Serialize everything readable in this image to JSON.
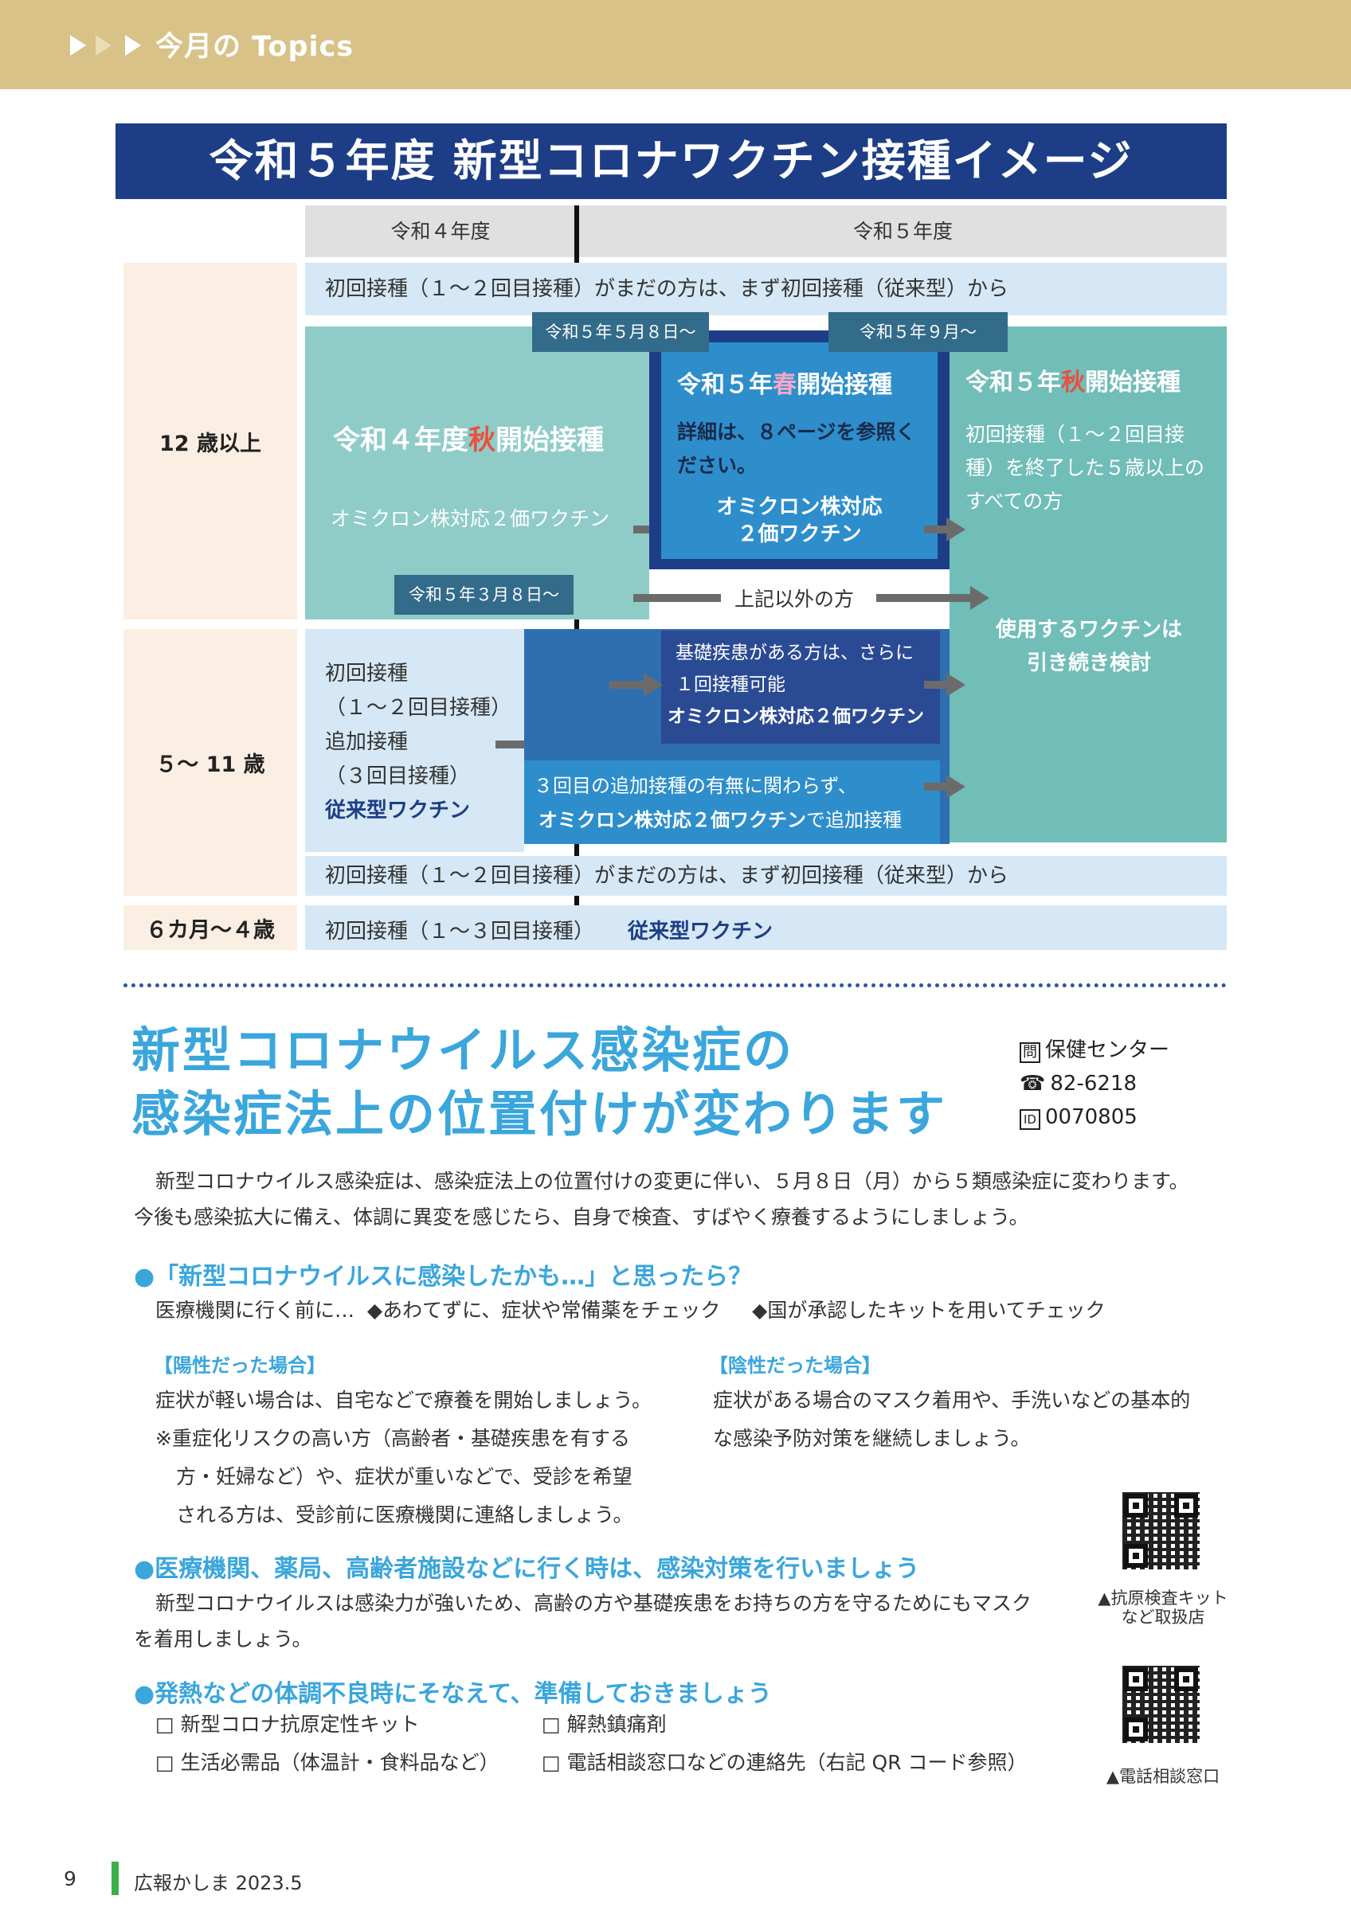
{
  "header": {
    "title": "今月の Topics",
    "colors": {
      "bar": "#d8c288"
    }
  },
  "banner": {
    "title": "令和５年度 新型コロナワクチン接種イメージ",
    "color": "#1d3e86"
  },
  "years": {
    "r4": "令和４年度",
    "r5": "令和５年度"
  },
  "ages": {
    "a12": "12 歳以上",
    "a5": "５～ 11 歳",
    "a6": "６カ月～４歳"
  },
  "rows": {
    "first_note": "初回接種（１～２回目接種）がまだの方は、まず初回接種（従来型）から",
    "first_note2": "初回接種（１～２回目接種）がまだの方は、まず初回接種（従来型）から",
    "infant_text": "初回接種（１～３回目接種）",
    "infant_vaccine": "従来型ワクチン"
  },
  "tags": {
    "may": "令和５年５月８日～",
    "sep": "令和５年９月～",
    "mar": "令和５年３月８日～"
  },
  "r4autumn": {
    "title_a": "令和４年度",
    "title_b": "秋",
    "title_c": "開始接種",
    "vaccine": "オミクロン株対応２価ワクチン"
  },
  "spring": {
    "title_a": "令和５年",
    "title_b": "春",
    "title_c": "開始接種",
    "detail": "詳細は、８ページを参照ください。",
    "vaccine": "オミクロン株対応\n２価ワクチン"
  },
  "autumn": {
    "title_a": "令和５年",
    "title_b": "秋",
    "title_c": "開始接種",
    "detail": "初回接種（１～２回目接種）を終了した５歳以上のすべての方",
    "vaccine": "使用するワクチンは\n引き続き検討"
  },
  "others": "上記以外の方",
  "child": {
    "left_lines": [
      "初回接種",
      "（１～２回目接種）",
      "追加接種",
      "（３回目接種）"
    ],
    "left_vaccine": "従来型ワクチン",
    "basic": "基礎疾患がある方は、さらに\n１回接種可能",
    "basic_vaccine": "オミクロン株対応２価ワクチン",
    "booster": "３回目の追加接種の有無に関わらず、",
    "booster_vaccine": "オミクロン株対応２価ワクチン",
    "booster_suffix": "で追加接種"
  },
  "article": {
    "title1": "新型コロナウイルス感染症の",
    "title2": "感染症法上の位置付けが変わります",
    "contact": {
      "org": "保健センター",
      "tel": "82-6218",
      "id": "0070805",
      "org_icon": "問",
      "tel_icon": "☎",
      "id_icon": "ID"
    },
    "intro1": "新型コロナウイルス感染症は、感染症法上の位置付けの変更に伴い、５月８日（月）から５類感染症に変わります。",
    "intro2": "今後も感染拡大に備え、体調に異変を感じたら、自身で検査、すばやく療養するようにしましょう。",
    "h1": "●「新型コロナウイルスに感染したかも…」と思ったら？",
    "h1_sub": "医療機関に行く前に…  ◆あわてずに、症状や常備薬をチェック     ◆国が承認したキットを用いてチェック",
    "pos_title": "【陽性だった場合】",
    "pos_lines": [
      "症状が軽い場合は、自宅などで療養を開始しましょう。",
      "※重症化リスクの高い方（高齢者・基礎疾患を有する",
      "方・妊婦など）や、症状が重いなどで、受診を希望",
      "される方は、受診前に医療機関に連絡しましょう。"
    ],
    "neg_title": "【陰性だった場合】",
    "neg_lines": [
      "症状がある場合のマスク着用や、手洗いなどの基本的",
      "な感染予防対策を継続しましょう。"
    ],
    "h2": "●医療機関、薬局、高齢者施設などに行く時は、感染対策を行いましょう",
    "h2_lines": [
      "新型コロナウイルスは感染力が強いため、高齢の方や基礎疾患をお持ちの方を守るためにもマスク",
      "を着用しましょう。"
    ],
    "h3": "●発熱などの体調不良時にそなえて、準備しておきましょう",
    "checks": [
      "□ 新型コロナ抗原定性キット",
      "□ 解熱鎮痛剤",
      "□ 生活必需品（体温計・食料品など）",
      "□ 電話相談窓口などの連絡先（右記 QR コード参照）"
    ],
    "qr1_caption": "▲抗原検査キット\nなど取扱店",
    "qr2_caption": "▲電話相談窓口"
  },
  "footer": {
    "page": "9",
    "pub": "広報かしま 2023.5"
  }
}
